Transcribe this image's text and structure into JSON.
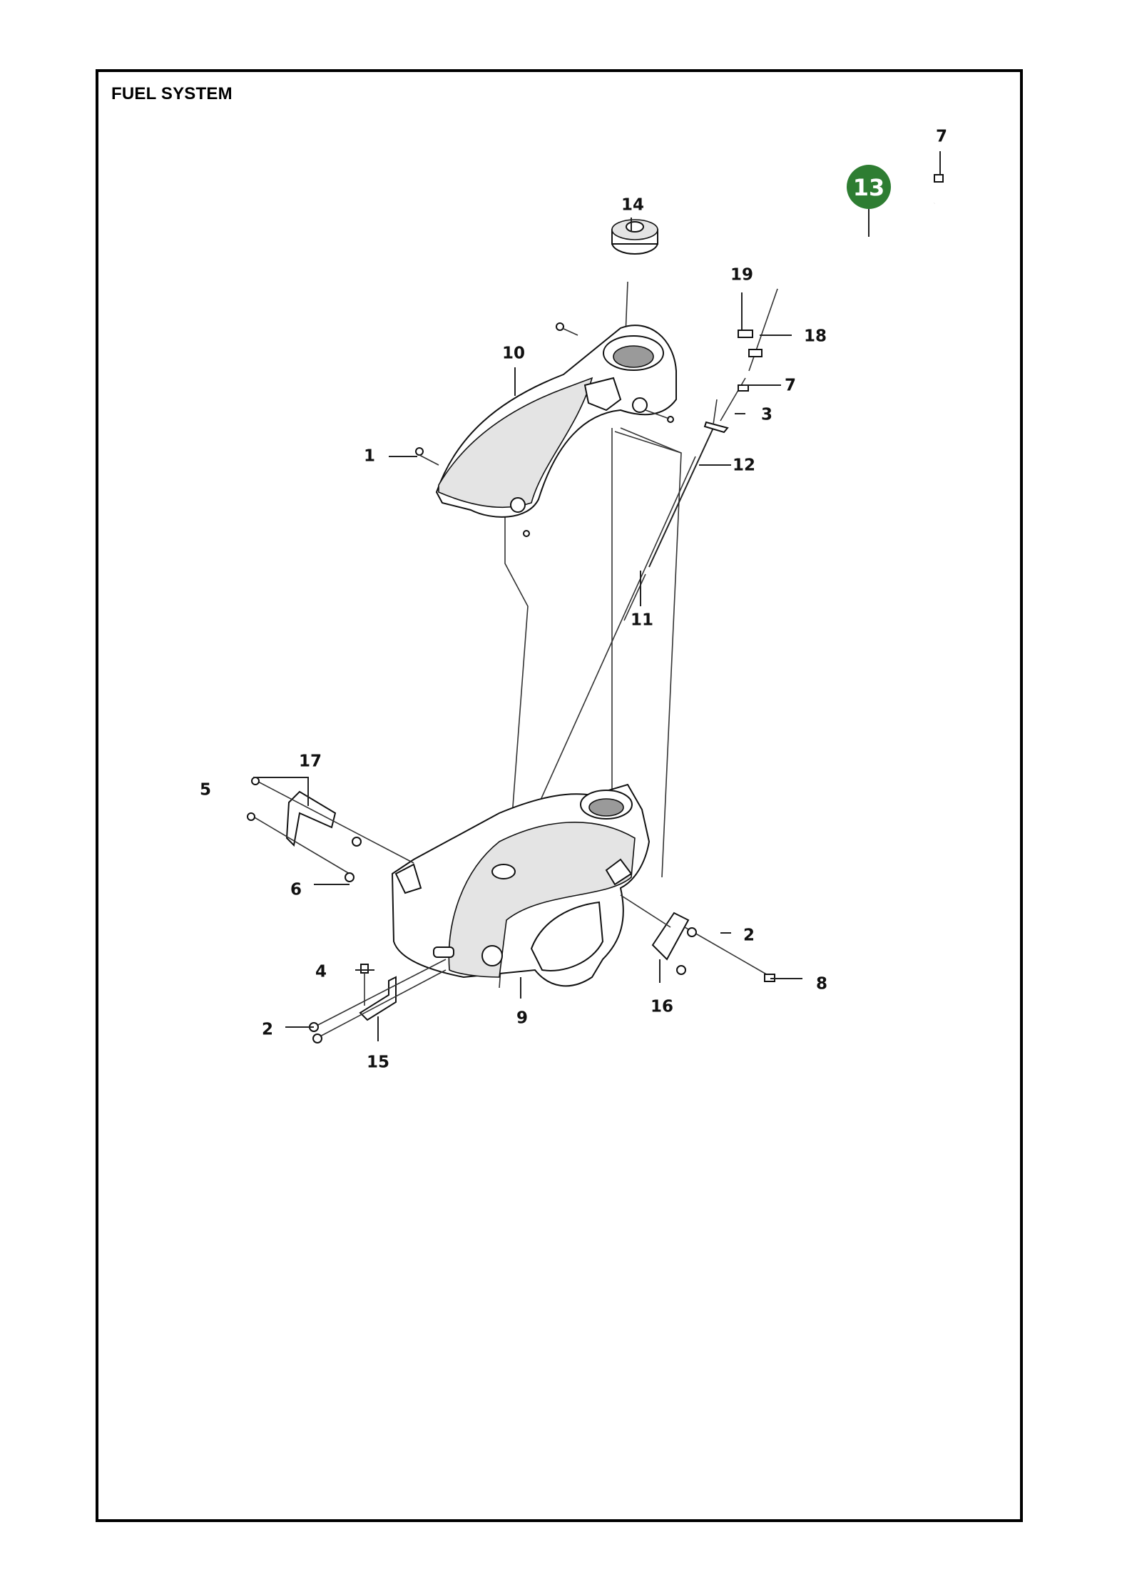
{
  "title": "FUEL SYSTEM",
  "highlight": {
    "label": "13",
    "color": "#2e7d32"
  },
  "callouts": {
    "c1": "1",
    "c2a": "2",
    "c2b": "2",
    "c3": "3",
    "c4": "4",
    "c5": "5",
    "c6": "6",
    "c7a": "7",
    "c7b": "7",
    "c8": "8",
    "c9": "9",
    "c10": "10",
    "c11": "11",
    "c12": "12",
    "c14": "14",
    "c15": "15",
    "c16": "16",
    "c17": "17",
    "c18": "18",
    "c19": "19"
  }
}
